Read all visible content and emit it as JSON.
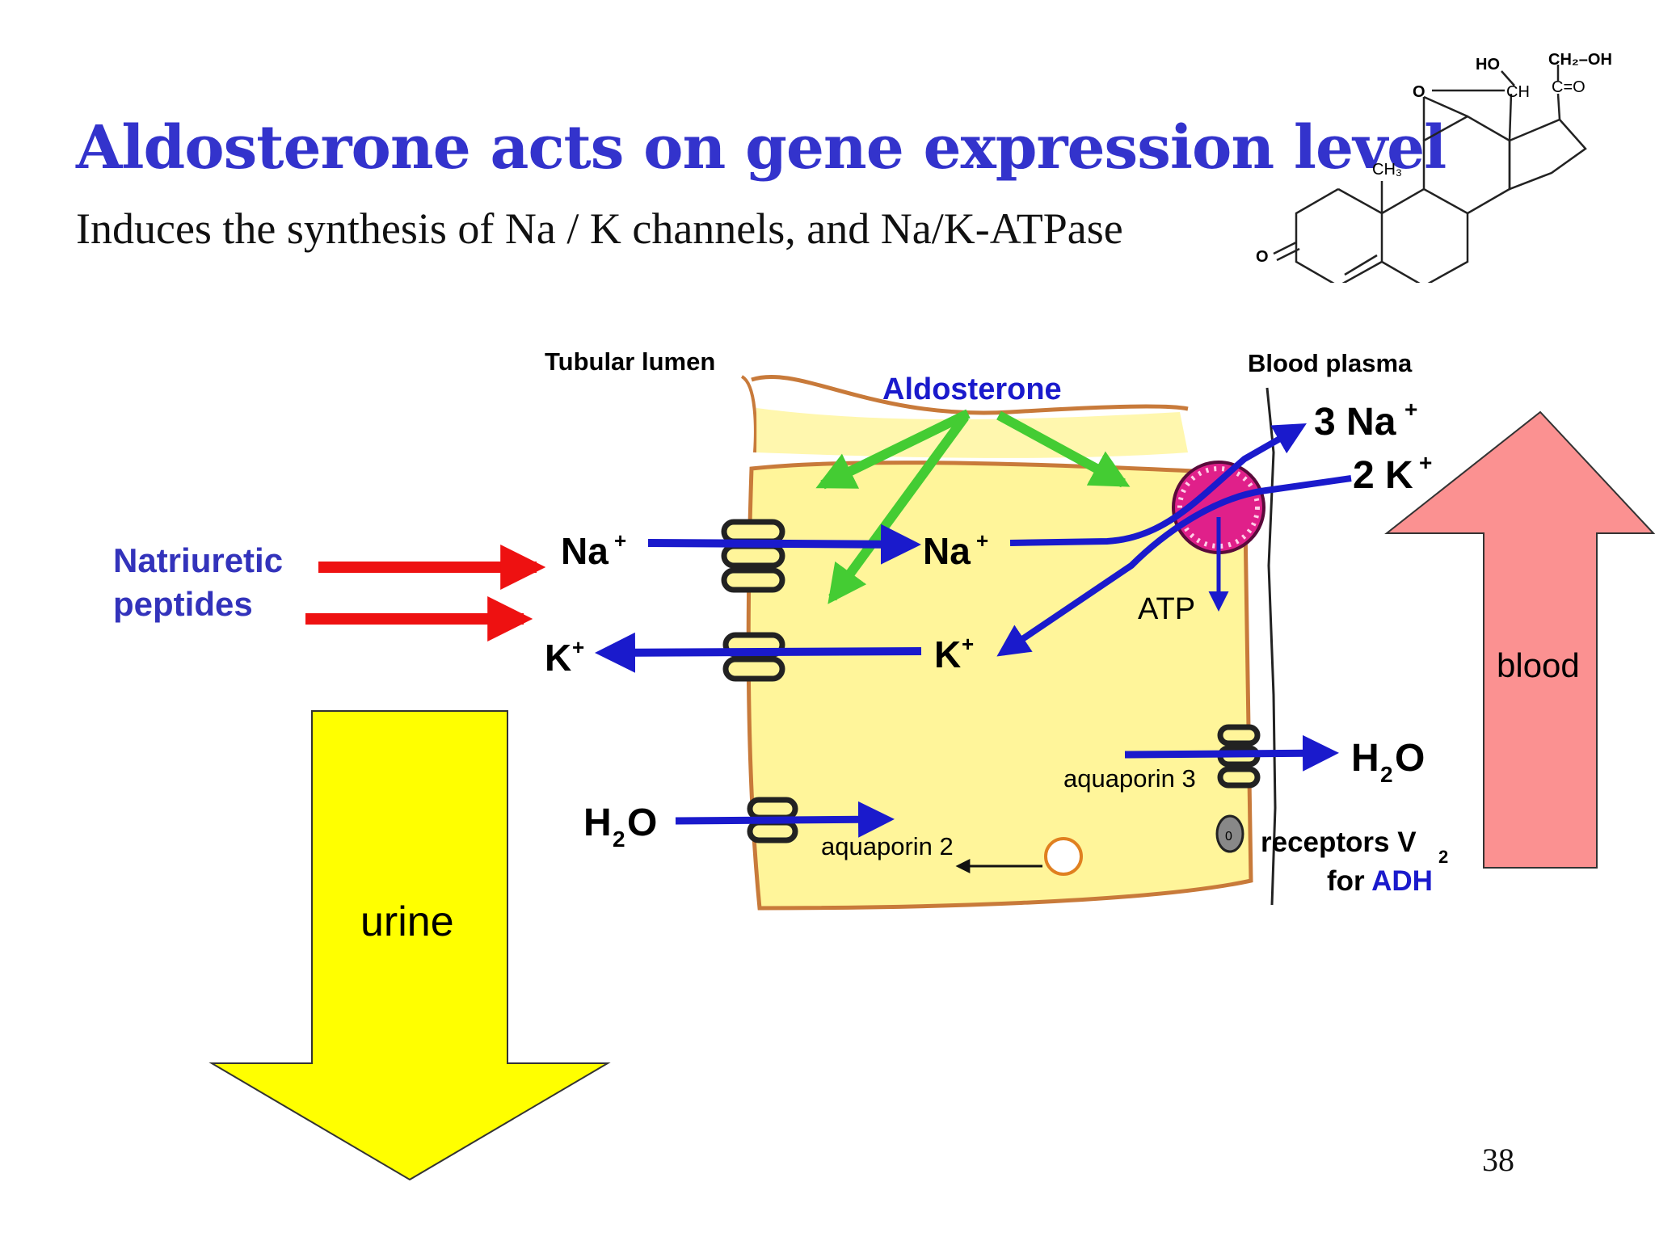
{
  "slide": {
    "title": "Aldosterone acts on gene expression level",
    "subtitle": "Induces the synthesis of Na / K channels, and Na/K-ATPase",
    "page_number": "38"
  },
  "structure": {
    "ho": "HO",
    "ch2oh": "CH₂–OH",
    "ch": "CH",
    "co": "C=O",
    "o_ring": "O",
    "ch3": "CH₃",
    "o_keto": "O"
  },
  "diagram": {
    "tubular_lumen": "Tubular lumen",
    "blood_plasma": "Blood plasma",
    "aldosterone": "Aldosterone",
    "natriuretic_line1": "Natriuretic",
    "natriuretic_line2": "peptides",
    "na_lumen": "Na",
    "na_cell": "Na",
    "k_lumen": "K",
    "k_cell": "K",
    "plus": "+",
    "three_na": "3 Na",
    "two_k": "2 K",
    "atp": "ATP",
    "h2o_lumen_h": "H",
    "h2o_lumen_2": "2",
    "h2o_lumen_o": "O",
    "h2o_blood_h": "H",
    "h2o_blood_2": "2",
    "h2o_blood_o": "O",
    "aquaporin2": "aquaporin 2",
    "aquaporin3": "aquaporin 3",
    "receptor_symbol": "0",
    "receptors_line1": "receptors V",
    "receptors_sub": "2",
    "receptors_for": "for ",
    "receptors_adh": "ADH",
    "urine": "urine",
    "blood": "blood"
  },
  "colors": {
    "title": "#3333cc",
    "aldosterone_arrows": "#44cc33",
    "ion_arrows": "#1a1acc",
    "natriuretic_arrows": "#ee1111",
    "cell_fill": "#fff59a",
    "membrane": "#c87a3a",
    "urine_arrow": "#ffff00",
    "blood_arrow": "#fb9191",
    "pump": "#e0208a"
  }
}
